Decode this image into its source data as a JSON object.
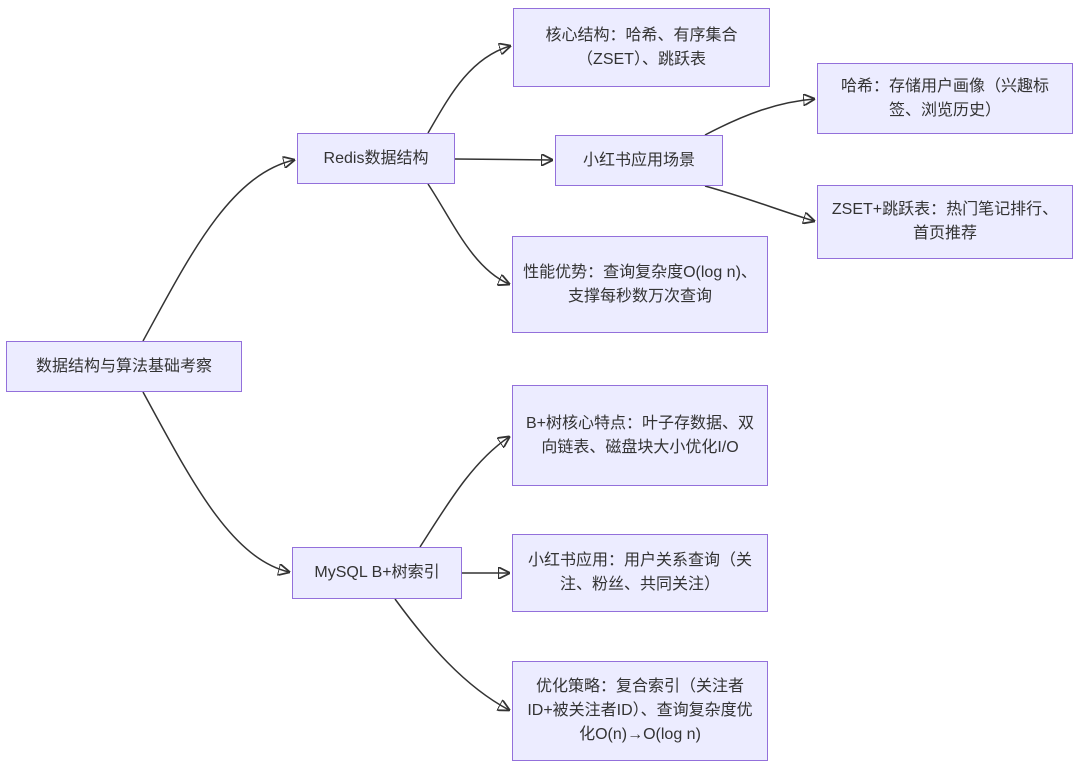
{
  "diagram": {
    "type": "flowchart-left-to-right",
    "colors": {
      "node_fill": "#ECECFF",
      "node_border": "#9370DB",
      "text": "#333333",
      "edge": "#333333",
      "background": "#FFFFFF"
    },
    "nodes": [
      {
        "id": "root",
        "label": "数据结构与算法基础考察"
      },
      {
        "id": "redis",
        "label": "Redis数据结构"
      },
      {
        "id": "core",
        "label": "核心结构：哈希、有序集合（ZSET）、跳跃表"
      },
      {
        "id": "scene",
        "label": "小红书应用场景"
      },
      {
        "id": "hash",
        "label": "哈希：存储用户画像（兴趣标签、浏览历史）"
      },
      {
        "id": "zset",
        "label": "ZSET+跳跃表：热门笔记排行、首页推荐"
      },
      {
        "id": "perf",
        "label": "性能优势：查询复杂度O(log n)、支撑每秒数万次查询"
      },
      {
        "id": "mysql",
        "label": "MySQL B+树索引"
      },
      {
        "id": "btree",
        "label": "B+树核心特点：叶子存数据、双向链表、磁盘块大小优化I/O"
      },
      {
        "id": "app",
        "label": "小红书应用：用户关系查询（关注、粉丝、共同关注）"
      },
      {
        "id": "opt",
        "label": "优化策略：复合索引（关注者ID+被关注者ID）、查询复杂度优化O(n)→O(log n)"
      }
    ],
    "edges": [
      {
        "from": "root",
        "to": "redis"
      },
      {
        "from": "root",
        "to": "mysql"
      },
      {
        "from": "redis",
        "to": "core"
      },
      {
        "from": "redis",
        "to": "scene"
      },
      {
        "from": "redis",
        "to": "perf"
      },
      {
        "from": "scene",
        "to": "hash"
      },
      {
        "from": "scene",
        "to": "zset"
      },
      {
        "from": "mysql",
        "to": "btree"
      },
      {
        "from": "mysql",
        "to": "app"
      },
      {
        "from": "mysql",
        "to": "opt"
      }
    ]
  }
}
